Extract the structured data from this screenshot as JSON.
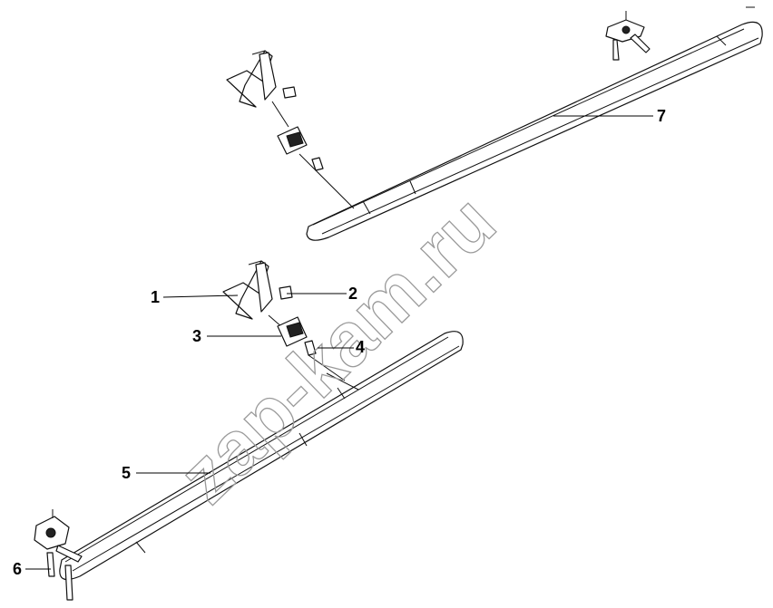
{
  "watermark": "zap-kam.ru",
  "callouts": [
    {
      "id": "1",
      "label": "1"
    },
    {
      "id": "2",
      "label": "2"
    },
    {
      "id": "3",
      "label": "3"
    },
    {
      "id": "4",
      "label": "4"
    },
    {
      "id": "5",
      "label": "5"
    },
    {
      "id": "6",
      "label": "6"
    },
    {
      "id": "7",
      "label": "7"
    }
  ],
  "colors": {
    "line": "#111111",
    "watermark": "#9a9a9a",
    "background": "#ffffff"
  }
}
